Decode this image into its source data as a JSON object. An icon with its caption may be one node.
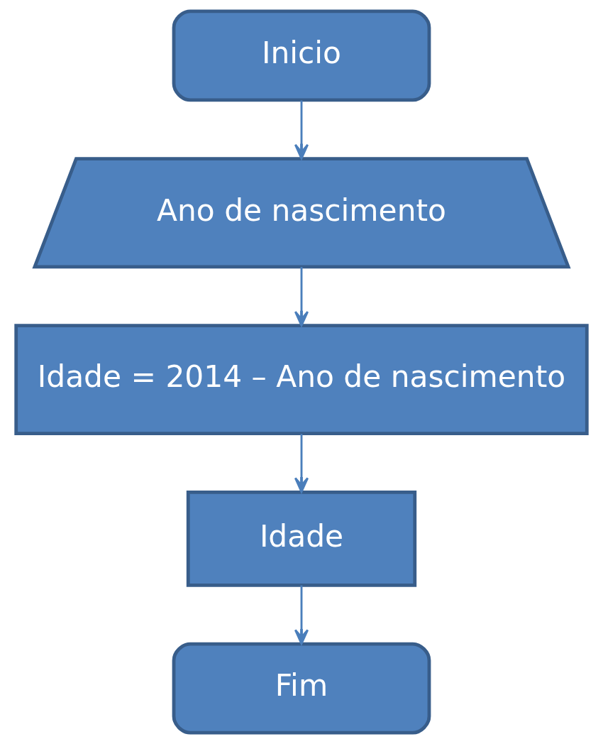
{
  "diagram": {
    "nodes": [
      {
        "text": [
          "Inicio"
        ]
      },
      {
        "text": [
          "Ano de nascimento"
        ]
      },
      {
        "text": [
          "Idade = 2014 – Ano de nascimento"
        ]
      },
      {
        "text": [
          "Idade"
        ]
      },
      {
        "text": [
          "Fim"
        ]
      }
    ],
    "edges": [
      {
        "from": 0,
        "to": 1,
        "arrow": "to"
      },
      {
        "from": 1,
        "to": 2,
        "arrow": "to"
      },
      {
        "from": 2,
        "to": 3,
        "arrow": "to"
      },
      {
        "from": 3,
        "to": 4,
        "arrow": "to"
      }
    ]
  }
}
